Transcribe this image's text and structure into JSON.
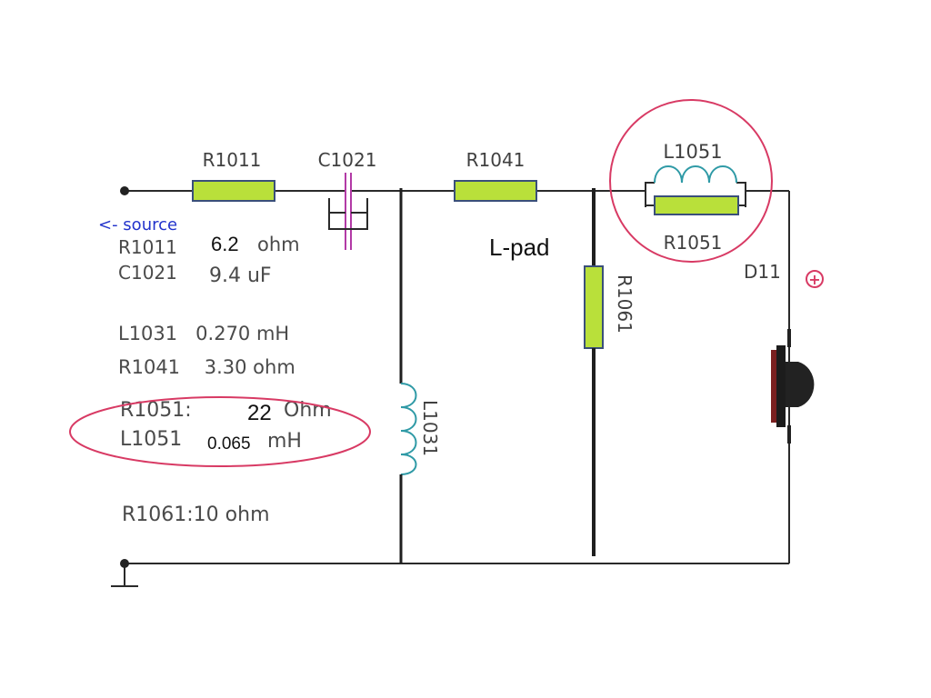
{
  "colors": {
    "wire": "#2a2a2a",
    "resistor_fill": "#b9e03a",
    "resistor_edge": "#3a4f7a",
    "inductor": "#2f9aa6",
    "capacitor": "#b23aa6",
    "highlight_circle": "#d83a64",
    "source_text": "#2233cc"
  },
  "components": {
    "r1011": "R1011",
    "c1021": "C1021",
    "r1041": "R1041",
    "l1051": "L1051",
    "r1051": "R1051",
    "r1061": "R1061",
    "l1031": "L1031",
    "d11": "D11"
  },
  "annotations": {
    "source": "<- source",
    "lpad": "L-pad",
    "polarity": "+"
  },
  "values": {
    "r1011_name": "R1011",
    "r1011_value": "6.2",
    "r1011_unit": "ohm",
    "c1021_name": "C1021",
    "c1021_value": "9.4 uF",
    "l1031": "L1031   0.270 mH",
    "r1041": "R1041    3.30 ohm",
    "r1051_name": "R1051:",
    "r1051_value": "22",
    "r1051_unit": "Ohm",
    "l1051_name": "L1051",
    "l1051_value": "0.065",
    "l1051_unit": "mH",
    "r1061": "R1061:10 ohm"
  }
}
